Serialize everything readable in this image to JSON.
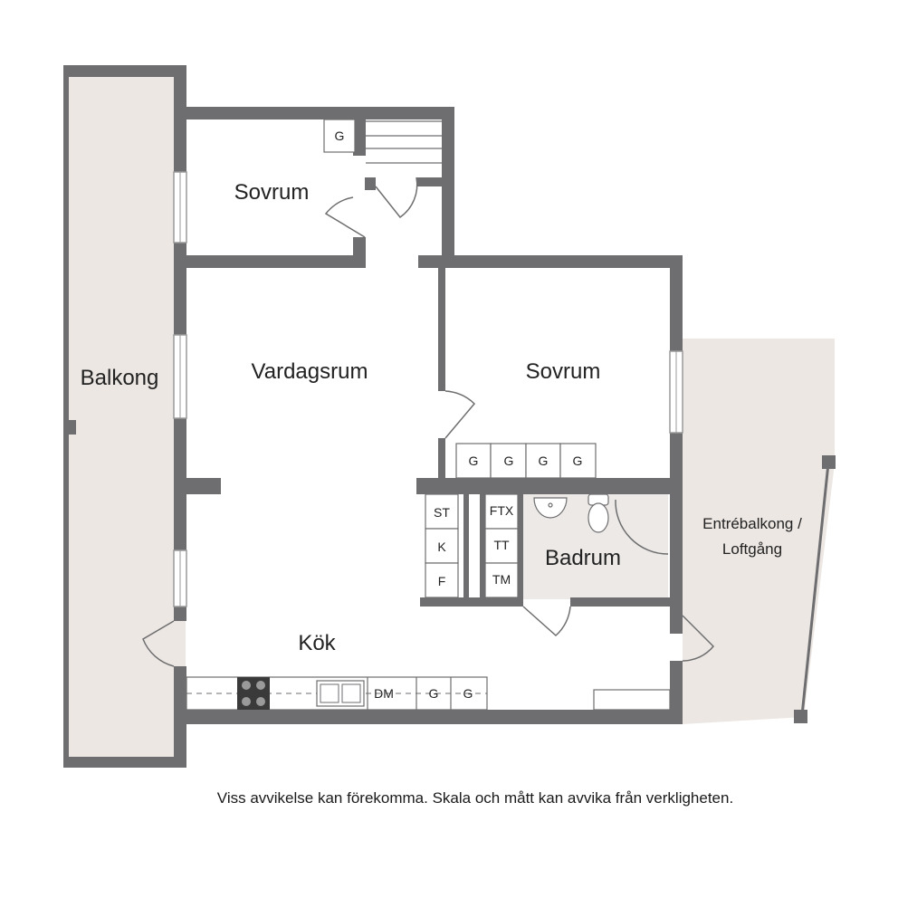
{
  "rooms": {
    "balkong": "Balkong",
    "sovrum_top": "Sovrum",
    "vardagsrum": "Vardagsrum",
    "sovrum_right": "Sovrum",
    "badrum": "Badrum",
    "kok": "Kök",
    "entrebalkong_line1": "Entrébalkong /",
    "entrebalkong_line2": "Loftgång"
  },
  "fixtures": {
    "g": "G",
    "st": "ST",
    "k": "K",
    "f": "F",
    "ftx": "FTX",
    "tt": "TT",
    "tm": "TM",
    "dm": "DM"
  },
  "disclaimer": "Viss avvikelse kan förekomma. Skala och mått kan avvika från verkligheten.",
  "colors": {
    "wall": "#6e6e70",
    "balcony_fill": "#ece7e3",
    "bath_floor": "#ece9e6",
    "window": "#9a9a9a"
  }
}
